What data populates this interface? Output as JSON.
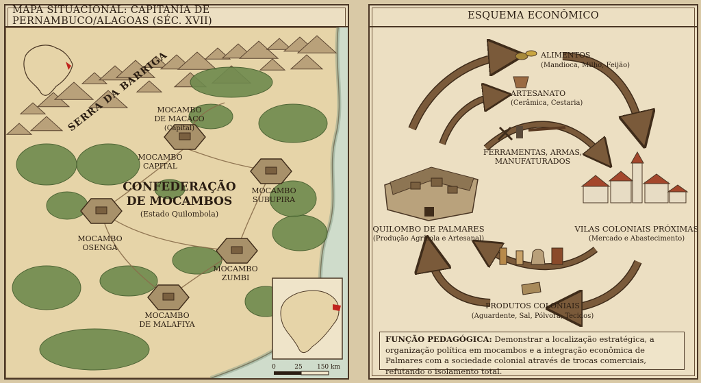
{
  "map_panel": {
    "title": "MAPA SITUACIONAL: CAPITANIA DE PERNAMBUCO/ALAGOAS (SÉC. XVII)",
    "mountain_label": "SERRA DA BARRIGA",
    "center_label": [
      "CONFEDERAÇÃO",
      "DE MOCAMBOS"
    ],
    "center_sub": "(Estado Quilombola)",
    "settlements": [
      {
        "lines": [
          "MOCAMBO",
          "DE MACACO"
        ],
        "sub": "(Capital)"
      },
      {
        "lines": [
          "MOCAMBO",
          "CAPITAL"
        ],
        "sub": ""
      },
      {
        "lines": [
          "MOCAMBO",
          "SUBUPIRA"
        ],
        "sub": ""
      },
      {
        "lines": [
          "MOCAMBO",
          "OSENGA"
        ],
        "sub": ""
      },
      {
        "lines": [
          "MOCAMBO",
          "ZUMBI"
        ],
        "sub": ""
      },
      {
        "lines": [
          "MOCAMBO",
          "DE MALAFIYA"
        ],
        "sub": ""
      }
    ],
    "scale": {
      "ticks": [
        "0",
        "25",
        "150 km"
      ]
    },
    "colors": {
      "sea": "#cfdccb",
      "land": "#e6d4a8",
      "forest": "#6f8a4e",
      "highlight": "#c0241e"
    }
  },
  "economy_panel": {
    "title": "ESQUEMA ECONÔMICO",
    "nodes": {
      "palmares": {
        "title": "QUILOMBO DE PALMARES",
        "sub": "(Produção Agrícola e Artesanal)"
      },
      "vilas": {
        "title": "VILAS COLONIAIS PRÓXIMAS",
        "sub": "(Mercado e Abastecimento)"
      }
    },
    "flows": {
      "alimentos": {
        "title": "ALIMENTOS",
        "sub": "(Mandioca, Milho, Feijão)"
      },
      "artesanato": {
        "title": "ARTESANATO",
        "sub": "(Cerâmica, Cestaria)"
      },
      "ferramentas": {
        "lines": [
          "FERRAMENTAS, ARMAS,",
          "MANUFATURADOS"
        ]
      },
      "produtos": {
        "title": "PRODUTOS COLONIAIS",
        "sub": "(Aguardente, Sal, Pólvora, Tecidos)"
      }
    },
    "function_box": {
      "label": "FUNÇÃO PEDAGÓGICA:",
      "text": " Demonstrar a localização estratégica, a organização política em mocambos e a integração econômica de Palmares com a sociedade colonial através de trocas comerciais, refutando o isolamento total."
    },
    "colors": {
      "arrow": "#7a5a3a",
      "arrow_edge": "#3f2c1a"
    }
  }
}
